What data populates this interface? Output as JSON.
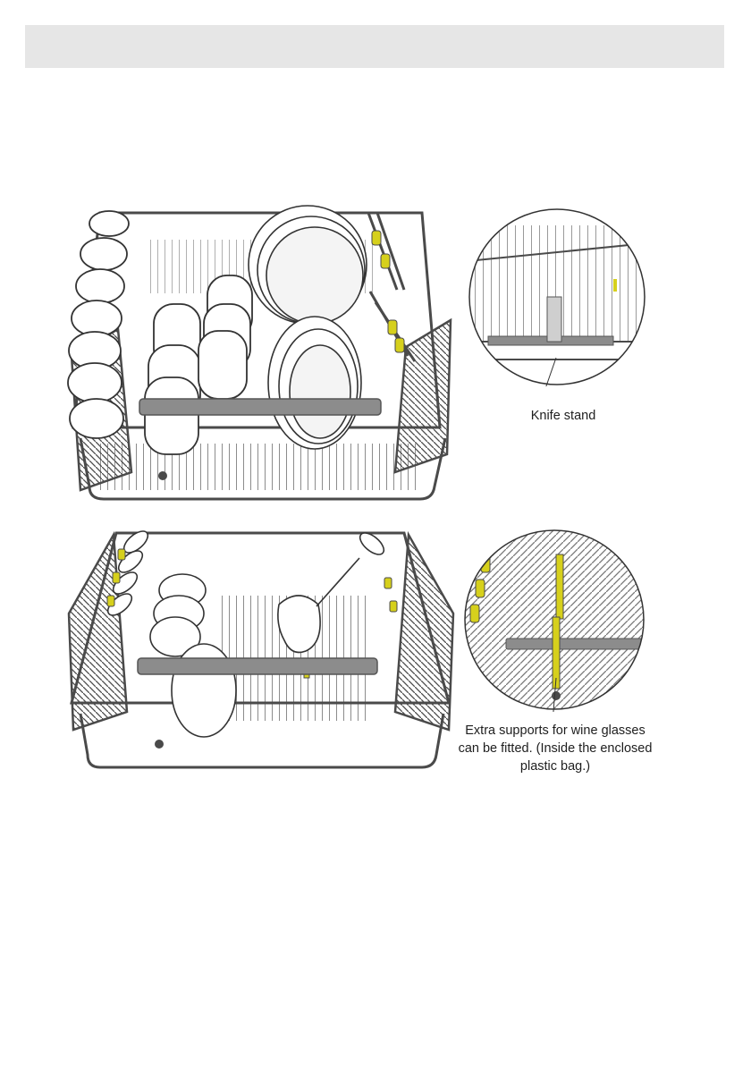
{
  "colors": {
    "header_bar": "#e6e6e6",
    "rack_wire": "#4a4a4a",
    "handle": "#8c8c8c",
    "highlight": "#d6d01c",
    "dish_shade": "#dedede"
  },
  "callouts": {
    "knife_stand": "Knife stand",
    "wine_supports": {
      "line1": "Extra supports for wine glasses",
      "line2": "can be fitted. (Inside the enclosed",
      "line3": "plastic bag.)"
    }
  }
}
